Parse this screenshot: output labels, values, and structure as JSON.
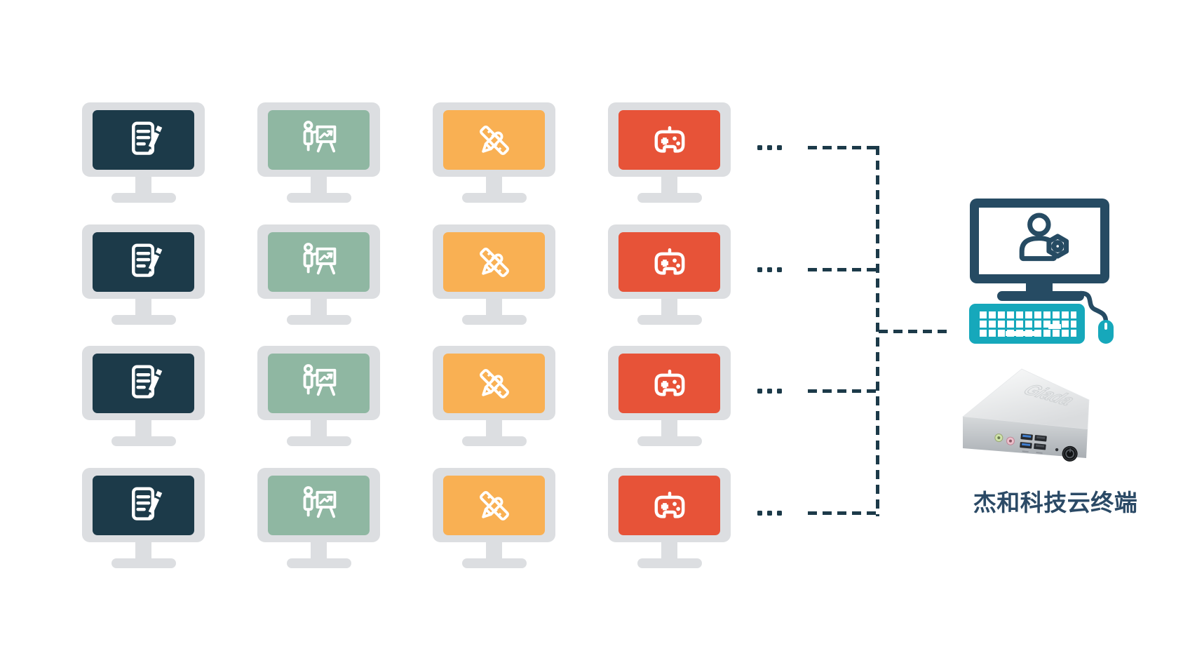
{
  "diagram": {
    "caption": "杰和科技云终端",
    "device_logo": "Giada",
    "rows": 4,
    "ellipsis_dots": 3,
    "colors": {
      "background": "#ffffff",
      "dark_navy_screen": "#1c3a49",
      "sage_green_screen": "#8fb7a2",
      "orange_screen": "#f9b053",
      "red_orange_screen": "#e75338",
      "monitor_bezel_gray": "#dcdee1",
      "host_outline_navy": "#264b63",
      "keyboard_teal": "#16a8bb",
      "connector_line": "#1c3a49",
      "caption_text": "#2b4a66"
    },
    "monitor_columns": [
      {
        "name": "documents",
        "icon": "document-edit-icon",
        "screen_color": "#1c3a49"
      },
      {
        "name": "presentation",
        "icon": "presenter-chart-icon",
        "screen_color": "#8fb7a2"
      },
      {
        "name": "design",
        "icon": "ruler-pencil-icon",
        "screen_color": "#f9b053"
      },
      {
        "name": "gaming",
        "icon": "gamepad-icon",
        "screen_color": "#e75338"
      }
    ],
    "host": {
      "monitor_icon": "user-settings-icon"
    }
  }
}
